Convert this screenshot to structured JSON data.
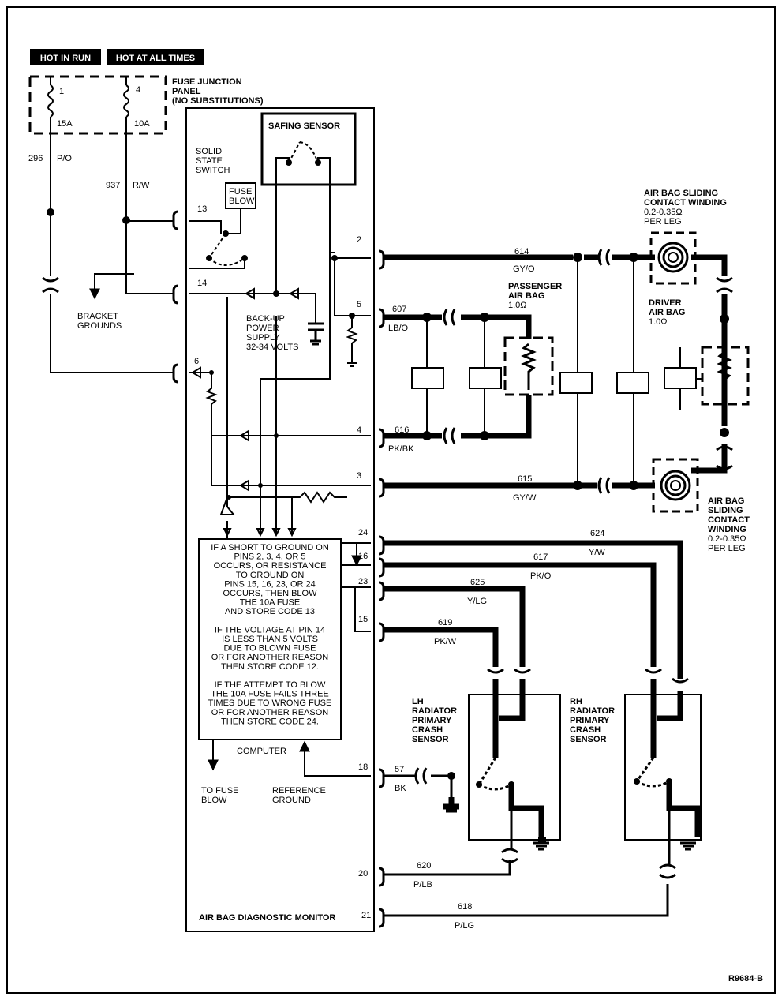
{
  "badges": {
    "hot_in_run": "HOT IN RUN",
    "hot_at_all_times": "HOT AT ALL TIMES"
  },
  "fuse_panel": {
    "title": [
      "FUSE JUNCTION",
      "PANEL",
      "(NO SUBSTITUTIONS)"
    ],
    "fuse1": {
      "pin": "1",
      "rating": "15A"
    },
    "fuse4": {
      "pin": "4",
      "rating": "10A"
    }
  },
  "left_wires": {
    "w296": {
      "circuit": "296",
      "color": "P/O"
    },
    "w937": {
      "circuit": "937",
      "color": "R/W"
    }
  },
  "bracket_grounds": [
    "BRACKET",
    "GROUNDS"
  ],
  "monitor": {
    "title": "AIR BAG DIAGNOSTIC MONITOR",
    "computer_label": "COMPUTER",
    "to_fuse_blow": [
      "TO FUSE",
      "BLOW"
    ],
    "reference_ground": [
      "REFERENCE",
      "GROUND"
    ],
    "solid_state_switch": [
      "SOLID",
      "STATE",
      "SWITCH"
    ],
    "fuse_blow": [
      "FUSE",
      "BLOW"
    ],
    "safing_sensor": "SAFING SENSOR",
    "backup_power": [
      "BACK-UP",
      "POWER",
      "SUPPLY",
      "32-34 VOLTS"
    ],
    "logic_text": [
      "IF A SHORT TO GROUND ON",
      "PINS 2, 3, 4, OR 5",
      "OCCURS, OR RESISTANCE",
      "TO GROUND ON",
      "PINS 15, 16, 23, OR 24",
      "OCCURS, THEN BLOW",
      "THE 10A FUSE",
      "AND STORE CODE 13",
      "",
      "IF THE VOLTAGE AT PIN 14",
      "IS LESS THAN 5 VOLTS",
      "DUE TO BLOWN FUSE",
      "OR FOR ANOTHER REASON",
      "THEN STORE CODE 12.",
      "",
      "IF THE ATTEMPT TO BLOW",
      "THE 10A FUSE FAILS THREE",
      "TIMES DUE TO WRONG FUSE",
      "OR FOR ANOTHER REASON",
      "THEN STORE CODE 24."
    ]
  },
  "pins": {
    "p13": "13",
    "p14": "14",
    "p6": "6",
    "p2": "2",
    "p5": "5",
    "p4": "4",
    "p3": "3",
    "p24": "24",
    "p16": "16",
    "p23": "23",
    "p15": "15",
    "p18": "18",
    "p20": "20",
    "p21": "21"
  },
  "circuits": {
    "c614": {
      "circuit": "614",
      "color": "GY/O"
    },
    "c607": {
      "circuit": "607",
      "color": "LB/O"
    },
    "c616": {
      "circuit": "616",
      "color": "PK/BK"
    },
    "c615": {
      "circuit": "615",
      "color": "GY/W"
    },
    "c624": {
      "circuit": "624",
      "color": "Y/W"
    },
    "c617": {
      "circuit": "617",
      "color": "PK/O"
    },
    "c625": {
      "circuit": "625",
      "color": "Y/LG"
    },
    "c619": {
      "circuit": "619",
      "color": "PK/W"
    },
    "c57": {
      "circuit": "57",
      "color": "BK"
    },
    "c620": {
      "circuit": "620",
      "color": "P/LB"
    },
    "c618": {
      "circuit": "618",
      "color": "P/LG"
    }
  },
  "passenger_airbag": [
    "PASSENGER",
    "AIR BAG",
    "1.0Ω"
  ],
  "driver_airbag": [
    "DRIVER",
    "AIR BAG",
    "1.0Ω"
  ],
  "winding_top": [
    "AIR BAG SLIDING",
    "CONTACT WINDING",
    "0.2-0.35Ω",
    "PER LEG"
  ],
  "winding_bottom": [
    "AIR BAG",
    "SLIDING",
    "CONTACT",
    "WINDING",
    "0.2-0.35Ω",
    "PER LEG"
  ],
  "lh_sensor": [
    "LH",
    "RADIATOR",
    "PRIMARY",
    "CRASH",
    "SENSOR"
  ],
  "rh_sensor": [
    "RH",
    "RADIATOR",
    "PRIMARY",
    "CRASH",
    "SENSOR"
  ],
  "figure_id": "R9684-B"
}
